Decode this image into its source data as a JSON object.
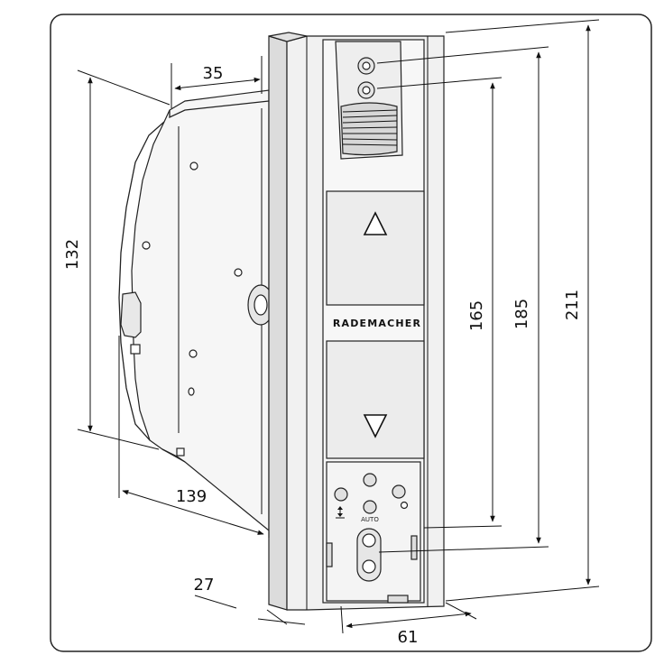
{
  "dimensions": {
    "width_top": "35",
    "height_left": "132",
    "depth_bottom": "139",
    "depth_small": "27",
    "width_front": "61",
    "height_165": "165",
    "height_185": "185",
    "height_211": "211"
  },
  "device": {
    "brand": "RADEMACHER",
    "auto_label": "AUTO",
    "up_symbol": "△",
    "down_symbol": "▽"
  },
  "icons": {
    "up_button": "up-triangle-icon",
    "down_button": "down-triangle-icon",
    "manual_symbol": "up-down-arrows-icon"
  },
  "colors": {
    "panel_face": "#f3f3f3",
    "panel_side": "#d9d9d9",
    "housing": "#f7f7f7",
    "buttons": "#ececec",
    "lines": "#111111"
  }
}
